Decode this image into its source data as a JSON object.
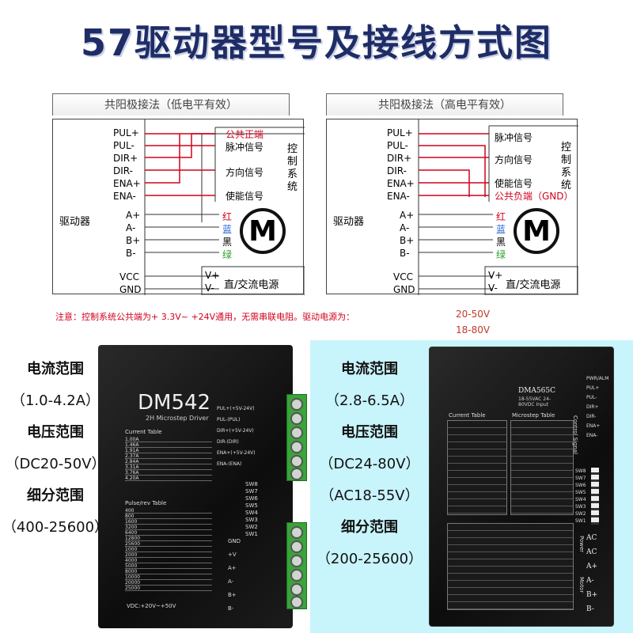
{
  "title": "57驱动器型号及接线方式图",
  "left_panel": {
    "heading": "共阳极接法（低电平有效）",
    "pins_signal": [
      "PUL+",
      "PUL-",
      "DIR+",
      "DIR-",
      "ENA+",
      "ENA-"
    ],
    "driver_label": "驱动器",
    "pins_motor": [
      "A+",
      "A-",
      "B+",
      "B-"
    ],
    "colors_motor": [
      "红",
      "蓝",
      "黑",
      "绿"
    ],
    "pins_power": [
      "VCC",
      "GND"
    ],
    "ctrl_labels": [
      "公共正端",
      "脉冲信号",
      "方向信号",
      "使能信号"
    ],
    "ctrl_system": "控制系统",
    "motor_letter": "M",
    "vplus": "V+",
    "vminus": "V-",
    "power_label": "直/交流电源"
  },
  "right_panel": {
    "heading": "共阳极接法（高电平有效）",
    "pins_signal": [
      "PUL+",
      "PUL-",
      "DIR+",
      "DIR-",
      "ENA+",
      "ENA-"
    ],
    "driver_label": "驱动器",
    "pins_motor": [
      "A+",
      "A-",
      "B+",
      "B-"
    ],
    "colors_motor": [
      "红",
      "蓝",
      "黑",
      "绿"
    ],
    "pins_power": [
      "VCC",
      "GND"
    ],
    "ctrl_labels": [
      "脉冲信号",
      "方向信号",
      "使能信号",
      "公共负端（GND）"
    ],
    "ctrl_system": "控制系统",
    "motor_letter": "M",
    "vplus": "V+",
    "vminus": "V-",
    "power_label": "直/交流电源"
  },
  "note": {
    "text": "注意：控制系统公共端为+ 3.3V~ +24V通用，无需串联电阻。驱动电源为：",
    "v1": "20-50V",
    "v2": "18-80V"
  },
  "dm542": {
    "model": "DM542",
    "subtitle": "2H Microstep Driver",
    "specs": [
      {
        "label": "电流范围",
        "value": "（1.0-4.2A）"
      },
      {
        "label": "电压范围",
        "value": "（DC20-50V）"
      },
      {
        "label": "细分范围",
        "value": "（400-25600）"
      }
    ],
    "current_table_title": "Current Table",
    "pulse_table_title": "Pulse/rev Table",
    "current_values": [
      "1.00A",
      "1.46A",
      "1.91A",
      "2.37A",
      "2.84A",
      "3.31A",
      "3.76A",
      "4.20A"
    ],
    "pulse_values": [
      "400",
      "800",
      "1600",
      "3200",
      "6400",
      "12800",
      "25600",
      "1000",
      "2000",
      "4000",
      "5000",
      "8000",
      "10000",
      "20000",
      "25000"
    ],
    "sw_labels": [
      "SW8",
      "SW7",
      "SW6",
      "SW5",
      "SW4",
      "SW3",
      "SW2",
      "SW1"
    ],
    "terminals": [
      "PUL+(+5V-24V)",
      "PUL-(PUL)",
      "DIR+(+5V-24V)",
      "DIR-(DIR)",
      "ENA+(+5V-24V)",
      "ENA-(ENA)"
    ],
    "power_terminals": [
      "GND",
      "+V",
      "A+",
      "A-",
      "B+",
      "B-"
    ],
    "footer": "VDC:+20V~+50V"
  },
  "dma565c": {
    "model": "DMA565C",
    "input": "18-55VAC 24-80VDC Input",
    "specs": [
      {
        "label": "电流范围",
        "value": "（2.8-6.5A）"
      },
      {
        "label": "电压范围",
        "value": "（DC24-80V）"
      },
      {
        "label": "",
        "value": "（AC18-55V）"
      },
      {
        "label": "细分范围",
        "value": "（200-25600）"
      }
    ],
    "current_table_title": "Current Table",
    "microstep_table_title": "Microstep Table",
    "sw_labels": [
      "SW8",
      "SW7",
      "SW6",
      "SW5",
      "SW4",
      "SW3",
      "SW2",
      "SW1"
    ],
    "right_terminals": [
      "PWR/ALM",
      "PUL+",
      "PUL-",
      "DIR+",
      "DIR-",
      "ENA+",
      "ENA-",
      "AC",
      "AC",
      "A+",
      "A-",
      "B+",
      "B-"
    ],
    "side_labels": [
      "Control Signal",
      "Power",
      "Motor"
    ]
  }
}
